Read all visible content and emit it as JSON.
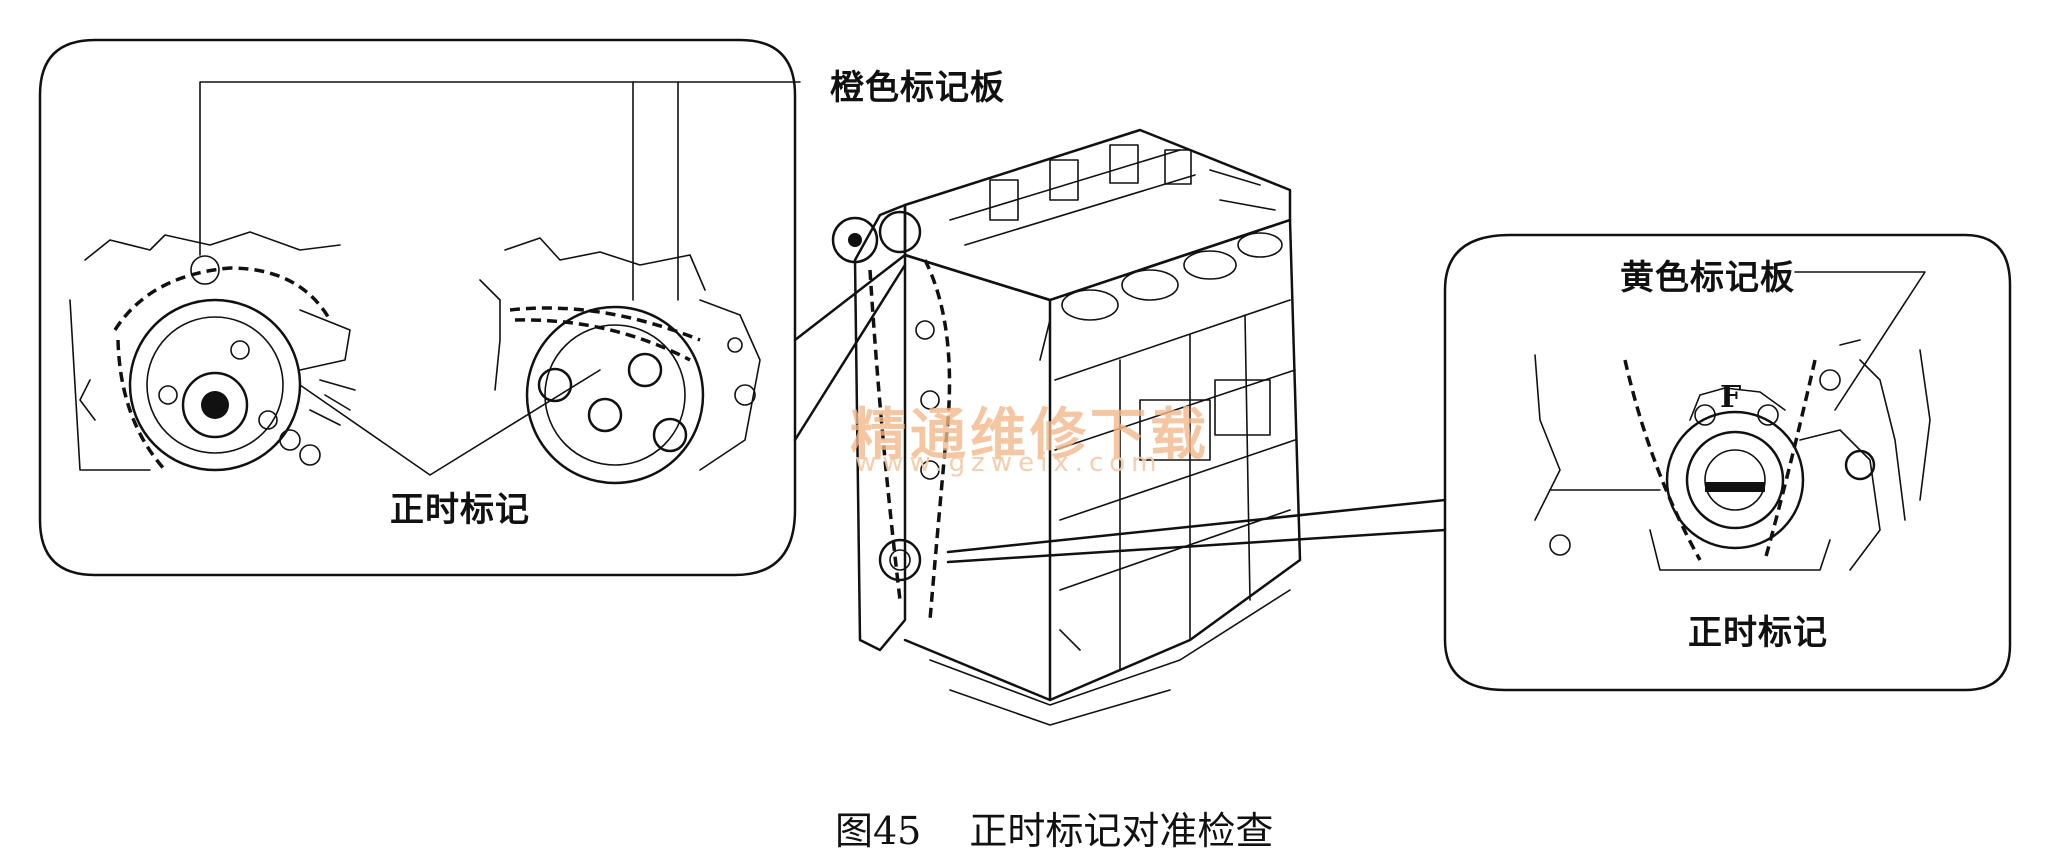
{
  "labels": {
    "orange_plate": "橙色标记板",
    "timing_mark_left": "正时标记",
    "yellow_plate": "黄色标记板",
    "timing_mark_right": "正时标记",
    "sprocket_letter": "F"
  },
  "caption": {
    "figure_number": "图45",
    "title": "正时标记对准检查"
  },
  "watermark": {
    "name": "精通维修下载",
    "url": "www.gzweix.com"
  }
}
